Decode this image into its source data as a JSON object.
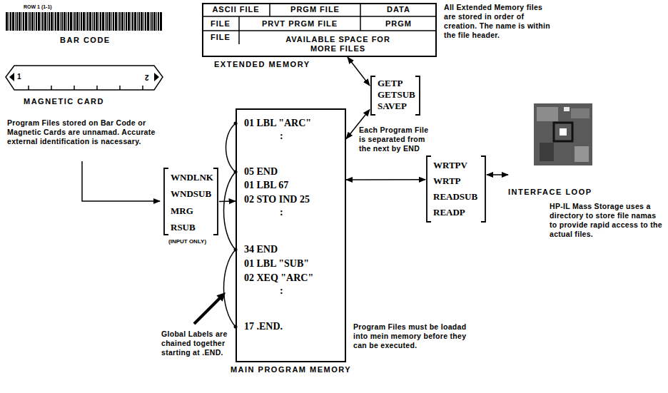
{
  "diagram": {
    "nodes": [
      {
        "text": [
          "EXTENDED MEMORY"
        ]
      },
      {
        "text": [
          "ASCII FILE"
        ],
        "in": 0
      },
      {
        "text": [
          "PRGM FILE"
        ],
        "in": 0
      },
      {
        "text": [
          "DATA"
        ],
        "in": 0
      },
      {
        "text": [
          "FILE"
        ],
        "in": 0
      },
      {
        "text": [
          "PRVT PRGM FILE"
        ],
        "in": 0
      },
      {
        "text": [
          "PRGM"
        ],
        "in": 0
      },
      {
        "text": [
          "FILE"
        ],
        "in": 0
      },
      {
        "text": [
          "AVAILABLE SPACE FOR MORE FILES"
        ],
        "in": 0
      },
      {
        "text": [
          "GETP",
          "GETSUB",
          "SAVEP"
        ]
      },
      {
        "text": [
          "01 LBL \"ARC\"",
          ":",
          "05 END",
          "01 LBL 67",
          "02 STO IND 25",
          ":",
          "34 END",
          "01 LBL \"SUB\"",
          "02 XEQ \"ARC\"",
          ":",
          "17 .END.",
          "MAIN PROGRAM MEMORY"
        ]
      },
      {
        "text": [
          "WNDLNK",
          "WNDSUB",
          "MRG",
          "RSUB"
        ]
      },
      {
        "text": [
          "WRTPV",
          "WRTP",
          "READSUB",
          "READP"
        ]
      },
      {
        "text": [
          "INTERFACE LOOP"
        ]
      }
    ],
    "edges": [
      {
        "from": 9,
        "to": 0,
        "arrow": "both"
      },
      {
        "from": 9,
        "to": 10,
        "arrow": "both"
      },
      {
        "from": 11,
        "to": 10,
        "arrow": "to"
      },
      {
        "from": 10,
        "to": 12,
        "arrow": "both"
      },
      {
        "from": 12,
        "to": 13,
        "arrow": "both"
      }
    ],
    "labels": [
      "ROW 1 (1-1)",
      "BAR CODE",
      "1",
      "2",
      "MAGNETIC CARD",
      "All Extended Memory files are stored in order of creation. The name is within the file header.",
      "Each Program File is separated from the next by END",
      "Program Files stored on Bar Code or Magnetic Cards are unnamad. Accurate external identification is nacessary.",
      "(INPUT ONLY)",
      "HP-IL Mass Storage uses a directory to store file namas to provide rapid access to the actual files.",
      "Global Labels are chained together starting at .END.",
      "Program Files must be loadad into mein memory before they can be executed."
    ]
  }
}
